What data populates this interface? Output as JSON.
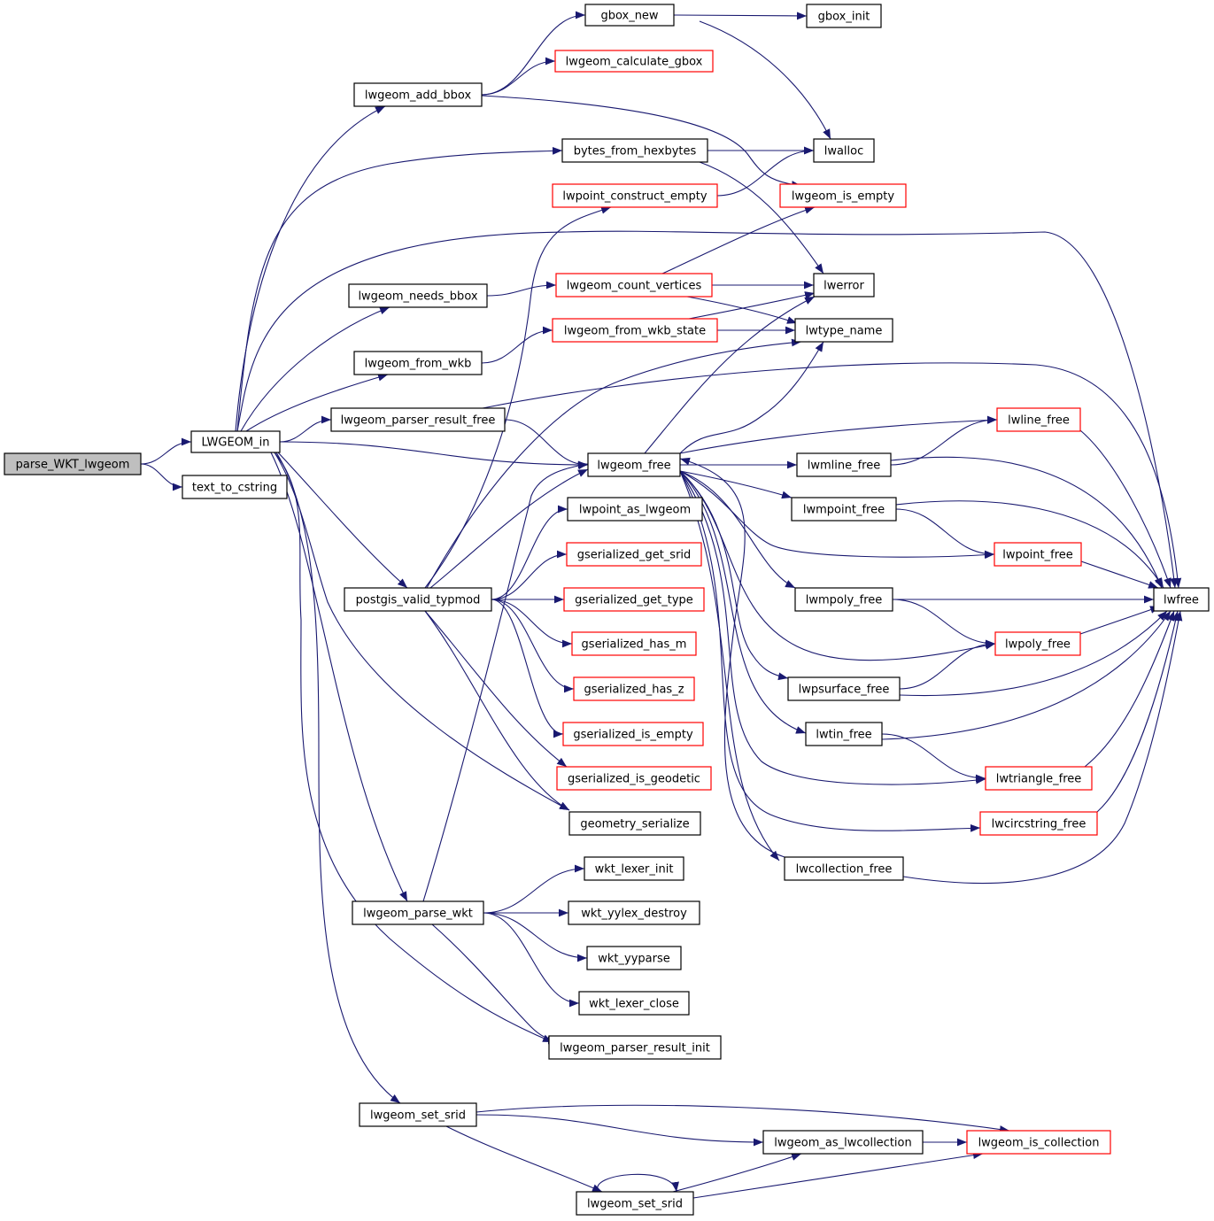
{
  "colors": {
    "edge": "#191970",
    "node_border": "#000000",
    "node_border_external": "#ff0000",
    "node_fill": "#ffffff",
    "root_fill": "#bfbfbf"
  },
  "nodes": [
    {
      "id": "parse_WKT_lwgeom",
      "label": "parse_WKT_lwgeom",
      "style": "root"
    },
    {
      "id": "LWGEOM_in",
      "label": "LWGEOM_in",
      "style": "normal"
    },
    {
      "id": "text_to_cstring",
      "label": "text_to_cstring",
      "style": "normal"
    },
    {
      "id": "lwgeom_add_bbox",
      "label": "lwgeom_add_bbox",
      "style": "normal"
    },
    {
      "id": "gbox_new",
      "label": "gbox_new",
      "style": "normal"
    },
    {
      "id": "gbox_init",
      "label": "gbox_init",
      "style": "normal"
    },
    {
      "id": "lwgeom_calculate_gbox",
      "label": "lwgeom_calculate_gbox",
      "style": "external"
    },
    {
      "id": "bytes_from_hexbytes",
      "label": "bytes_from_hexbytes",
      "style": "normal"
    },
    {
      "id": "lwalloc",
      "label": "lwalloc",
      "style": "normal"
    },
    {
      "id": "lwpoint_construct_empty",
      "label": "lwpoint_construct_empty",
      "style": "external"
    },
    {
      "id": "lwgeom_is_empty",
      "label": "lwgeom_is_empty",
      "style": "external"
    },
    {
      "id": "lwgeom_needs_bbox",
      "label": "lwgeom_needs_bbox",
      "style": "normal"
    },
    {
      "id": "lwgeom_count_vertices",
      "label": "lwgeom_count_vertices",
      "style": "external"
    },
    {
      "id": "lwerror",
      "label": "lwerror",
      "style": "normal"
    },
    {
      "id": "lwgeom_from_wkb",
      "label": "lwgeom_from_wkb",
      "style": "normal"
    },
    {
      "id": "lwgeom_from_wkb_state",
      "label": "lwgeom_from_wkb_state",
      "style": "external"
    },
    {
      "id": "lwtype_name",
      "label": "lwtype_name",
      "style": "normal"
    },
    {
      "id": "lwgeom_parser_result_free",
      "label": "lwgeom_parser_result_free",
      "style": "normal"
    },
    {
      "id": "lwgeom_free",
      "label": "lwgeom_free",
      "style": "normal"
    },
    {
      "id": "lwline_free",
      "label": "lwline_free",
      "style": "external"
    },
    {
      "id": "lwmline_free",
      "label": "lwmline_free",
      "style": "normal"
    },
    {
      "id": "lwmpoint_free",
      "label": "lwmpoint_free",
      "style": "normal"
    },
    {
      "id": "lwpoint_free",
      "label": "lwpoint_free",
      "style": "external"
    },
    {
      "id": "lwfree",
      "label": "lwfree",
      "style": "normal"
    },
    {
      "id": "lwpoint_as_lwgeom",
      "label": "lwpoint_as_lwgeom",
      "style": "normal"
    },
    {
      "id": "gserialized_get_srid",
      "label": "gserialized_get_srid",
      "style": "external"
    },
    {
      "id": "postgis_valid_typmod",
      "label": "postgis_valid_typmod",
      "style": "normal"
    },
    {
      "id": "gserialized_get_type",
      "label": "gserialized_get_type",
      "style": "external"
    },
    {
      "id": "lwmpoly_free",
      "label": "lwmpoly_free",
      "style": "normal"
    },
    {
      "id": "gserialized_has_m",
      "label": "gserialized_has_m",
      "style": "external"
    },
    {
      "id": "lwpoly_free",
      "label": "lwpoly_free",
      "style": "external"
    },
    {
      "id": "gserialized_has_z",
      "label": "gserialized_has_z",
      "style": "external"
    },
    {
      "id": "lwpsurface_free",
      "label": "lwpsurface_free",
      "style": "normal"
    },
    {
      "id": "gserialized_is_empty",
      "label": "gserialized_is_empty",
      "style": "external"
    },
    {
      "id": "lwtin_free",
      "label": "lwtin_free",
      "style": "normal"
    },
    {
      "id": "gserialized_is_geodetic",
      "label": "gserialized_is_geodetic",
      "style": "external"
    },
    {
      "id": "lwtriangle_free",
      "label": "lwtriangle_free",
      "style": "external"
    },
    {
      "id": "geometry_serialize",
      "label": "geometry_serialize",
      "style": "normal"
    },
    {
      "id": "lwcircstring_free",
      "label": "lwcircstring_free",
      "style": "external"
    },
    {
      "id": "lwcollection_free",
      "label": "lwcollection_free",
      "style": "normal"
    },
    {
      "id": "wkt_lexer_init",
      "label": "wkt_lexer_init",
      "style": "normal"
    },
    {
      "id": "lwgeom_parse_wkt",
      "label": "lwgeom_parse_wkt",
      "style": "normal"
    },
    {
      "id": "wkt_yylex_destroy",
      "label": "wkt_yylex_destroy",
      "style": "normal"
    },
    {
      "id": "wkt_yyparse",
      "label": "wkt_yyparse",
      "style": "normal"
    },
    {
      "id": "wkt_lexer_close",
      "label": "wkt_lexer_close",
      "style": "normal"
    },
    {
      "id": "lwgeom_parser_result_init",
      "label": "lwgeom_parser_result_init",
      "style": "normal"
    },
    {
      "id": "lwgeom_set_srid_1",
      "label": "lwgeom_set_srid",
      "style": "normal"
    },
    {
      "id": "lwgeom_as_lwcollection",
      "label": "lwgeom_as_lwcollection",
      "style": "normal"
    },
    {
      "id": "lwgeom_is_collection",
      "label": "lwgeom_is_collection",
      "style": "external"
    },
    {
      "id": "lwgeom_set_srid_2",
      "label": "lwgeom_set_srid",
      "style": "normal"
    }
  ],
  "edges": [
    [
      "parse_WKT_lwgeom",
      "LWGEOM_in"
    ],
    [
      "parse_WKT_lwgeom",
      "text_to_cstring"
    ],
    [
      "LWGEOM_in",
      "lwgeom_add_bbox"
    ],
    [
      "LWGEOM_in",
      "bytes_from_hexbytes"
    ],
    [
      "LWGEOM_in",
      "lwfree"
    ],
    [
      "LWGEOM_in",
      "lwgeom_needs_bbox"
    ],
    [
      "LWGEOM_in",
      "lwgeom_from_wkb"
    ],
    [
      "LWGEOM_in",
      "lwgeom_parser_result_free"
    ],
    [
      "LWGEOM_in",
      "lwgeom_free"
    ],
    [
      "LWGEOM_in",
      "postgis_valid_typmod"
    ],
    [
      "LWGEOM_in",
      "geometry_serialize"
    ],
    [
      "LWGEOM_in",
      "lwgeom_parse_wkt"
    ],
    [
      "LWGEOM_in",
      "lwgeom_parser_result_init"
    ],
    [
      "LWGEOM_in",
      "lwgeom_set_srid_1"
    ],
    [
      "lwgeom_add_bbox",
      "gbox_new"
    ],
    [
      "lwgeom_add_bbox",
      "lwgeom_calculate_gbox"
    ],
    [
      "lwgeom_add_bbox",
      "lwgeom_is_empty"
    ],
    [
      "gbox_new",
      "gbox_init"
    ],
    [
      "gbox_new",
      "lwalloc"
    ],
    [
      "bytes_from_hexbytes",
      "lwalloc"
    ],
    [
      "bytes_from_hexbytes",
      "lwerror"
    ],
    [
      "lwgeom_needs_bbox",
      "lwgeom_count_vertices"
    ],
    [
      "lwgeom_count_vertices",
      "lwgeom_is_empty"
    ],
    [
      "lwgeom_count_vertices",
      "lwerror"
    ],
    [
      "lwgeom_count_vertices",
      "lwtype_name"
    ],
    [
      "lwgeom_from_wkb",
      "lwgeom_from_wkb_state"
    ],
    [
      "lwgeom_from_wkb_state",
      "lwerror"
    ],
    [
      "lwgeom_from_wkb_state",
      "lwtype_name"
    ],
    [
      "lwgeom_parser_result_free",
      "lwfree"
    ],
    [
      "lwgeom_parser_result_free",
      "lwgeom_free"
    ],
    [
      "lwgeom_free",
      "lwerror"
    ],
    [
      "lwgeom_free",
      "lwtype_name"
    ],
    [
      "lwgeom_free",
      "lwline_free"
    ],
    [
      "lwgeom_free",
      "lwmline_free"
    ],
    [
      "lwgeom_free",
      "lwmpoint_free"
    ],
    [
      "lwgeom_free",
      "lwpoint_free"
    ],
    [
      "lwgeom_free",
      "lwmpoly_free"
    ],
    [
      "lwgeom_free",
      "lwpoly_free"
    ],
    [
      "lwgeom_free",
      "lwpsurface_free"
    ],
    [
      "lwgeom_free",
      "lwtin_free"
    ],
    [
      "lwgeom_free",
      "lwtriangle_free"
    ],
    [
      "lwgeom_free",
      "lwcircstring_free"
    ],
    [
      "lwgeom_free",
      "lwcollection_free"
    ],
    [
      "lwmline_free",
      "lwline_free"
    ],
    [
      "lwmline_free",
      "lwfree"
    ],
    [
      "lwline_free",
      "lwfree"
    ],
    [
      "lwmpoint_free",
      "lwpoint_free"
    ],
    [
      "lwmpoint_free",
      "lwfree"
    ],
    [
      "lwpoint_free",
      "lwfree"
    ],
    [
      "lwmpoly_free",
      "lwpoly_free"
    ],
    [
      "lwmpoly_free",
      "lwfree"
    ],
    [
      "lwpoly_free",
      "lwfree"
    ],
    [
      "lwpsurface_free",
      "lwpoly_free"
    ],
    [
      "lwpsurface_free",
      "lwfree"
    ],
    [
      "lwtin_free",
      "lwtriangle_free"
    ],
    [
      "lwtin_free",
      "lwfree"
    ],
    [
      "lwtriangle_free",
      "lwfree"
    ],
    [
      "lwcircstring_free",
      "lwfree"
    ],
    [
      "lwcollection_free",
      "lwgeom_free"
    ],
    [
      "lwcollection_free",
      "lwfree"
    ],
    [
      "postgis_valid_typmod",
      "lwpoint_construct_empty"
    ],
    [
      "postgis_valid_typmod",
      "lwtype_name"
    ],
    [
      "postgis_valid_typmod",
      "lwgeom_free"
    ],
    [
      "postgis_valid_typmod",
      "lwpoint_as_lwgeom"
    ],
    [
      "postgis_valid_typmod",
      "gserialized_get_srid"
    ],
    [
      "postgis_valid_typmod",
      "gserialized_get_type"
    ],
    [
      "postgis_valid_typmod",
      "gserialized_has_m"
    ],
    [
      "postgis_valid_typmod",
      "gserialized_has_z"
    ],
    [
      "postgis_valid_typmod",
      "gserialized_is_empty"
    ],
    [
      "postgis_valid_typmod",
      "gserialized_is_geodetic"
    ],
    [
      "postgis_valid_typmod",
      "geometry_serialize"
    ],
    [
      "lwpoint_construct_empty",
      "lwalloc"
    ],
    [
      "lwgeom_parse_wkt",
      "lwgeom_free"
    ],
    [
      "lwgeom_parse_wkt",
      "wkt_lexer_init"
    ],
    [
      "lwgeom_parse_wkt",
      "wkt_yylex_destroy"
    ],
    [
      "lwgeom_parse_wkt",
      "wkt_yyparse"
    ],
    [
      "lwgeom_parse_wkt",
      "wkt_lexer_close"
    ],
    [
      "lwgeom_parse_wkt",
      "lwgeom_parser_result_init"
    ],
    [
      "lwgeom_set_srid_1",
      "lwgeom_is_collection"
    ],
    [
      "lwgeom_set_srid_1",
      "lwgeom_as_lwcollection"
    ],
    [
      "lwgeom_set_srid_1",
      "lwgeom_set_srid_2"
    ],
    [
      "lwgeom_as_lwcollection",
      "lwgeom_is_collection"
    ],
    [
      "lwgeom_set_srid_2",
      "lwgeom_as_lwcollection"
    ],
    [
      "lwgeom_set_srid_2",
      "lwgeom_is_collection"
    ],
    [
      "lwgeom_set_srid_2",
      "lwgeom_set_srid_2"
    ]
  ]
}
